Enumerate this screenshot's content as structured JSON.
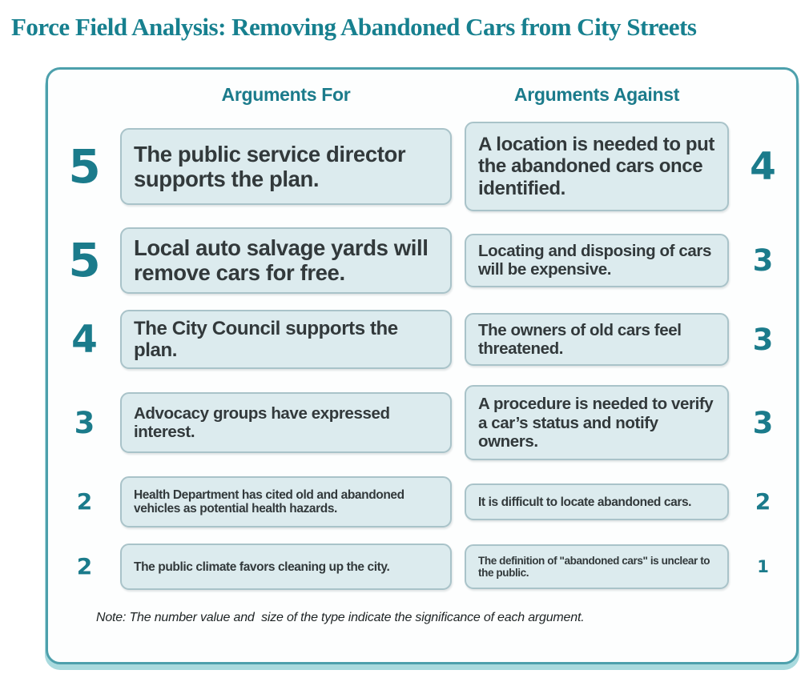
{
  "page_title": "Force Field Analysis: Removing Abandoned Cars from City Streets",
  "colors": {
    "teal": "#1b7b8b",
    "title_teal": "#17808f",
    "panel_border": "#4da0ac",
    "panel_shadow": "#a9dade",
    "box_bg": "#dcebee",
    "box_border": "#a9c3c9",
    "text_dark": "#32393b"
  },
  "panel": {
    "columns": {
      "for_label": "Arguments For",
      "against_label": "Arguments Against"
    },
    "rows": [
      {
        "for": {
          "value": "5",
          "text": "The public service director supports the plan."
        },
        "against": {
          "value": "4",
          "text": "A location is needed to put the abandoned cars once identified."
        }
      },
      {
        "for": {
          "value": "5",
          "text": "Local auto salvage yards will remove cars for free."
        },
        "against": {
          "value": "3",
          "text": "Locating and disposing of cars will be expensive."
        }
      },
      {
        "for": {
          "value": "4",
          "text": "The City Council supports the plan."
        },
        "against": {
          "value": "3",
          "text": "The owners of old cars feel threatened."
        }
      },
      {
        "for": {
          "value": "3",
          "text": "Advocacy groups have expressed interest."
        },
        "against": {
          "value": "3",
          "text": "A procedure is needed to verify a car’s status and notify owners."
        }
      },
      {
        "for": {
          "value": "2",
          "text": "Health Department has cited old and abandoned vehicles as potential health hazards."
        },
        "against": {
          "value": "2",
          "text": "It  is difficult to locate abandoned cars."
        }
      },
      {
        "for": {
          "value": "2",
          "text": "The public climate favors cleaning up the city."
        },
        "against": {
          "value": "1",
          "text": "The definition of \"abandoned cars\" is unclear to the public."
        }
      }
    ],
    "note": "Note: The number value and  size of the type indicate the significance of each argument."
  }
}
